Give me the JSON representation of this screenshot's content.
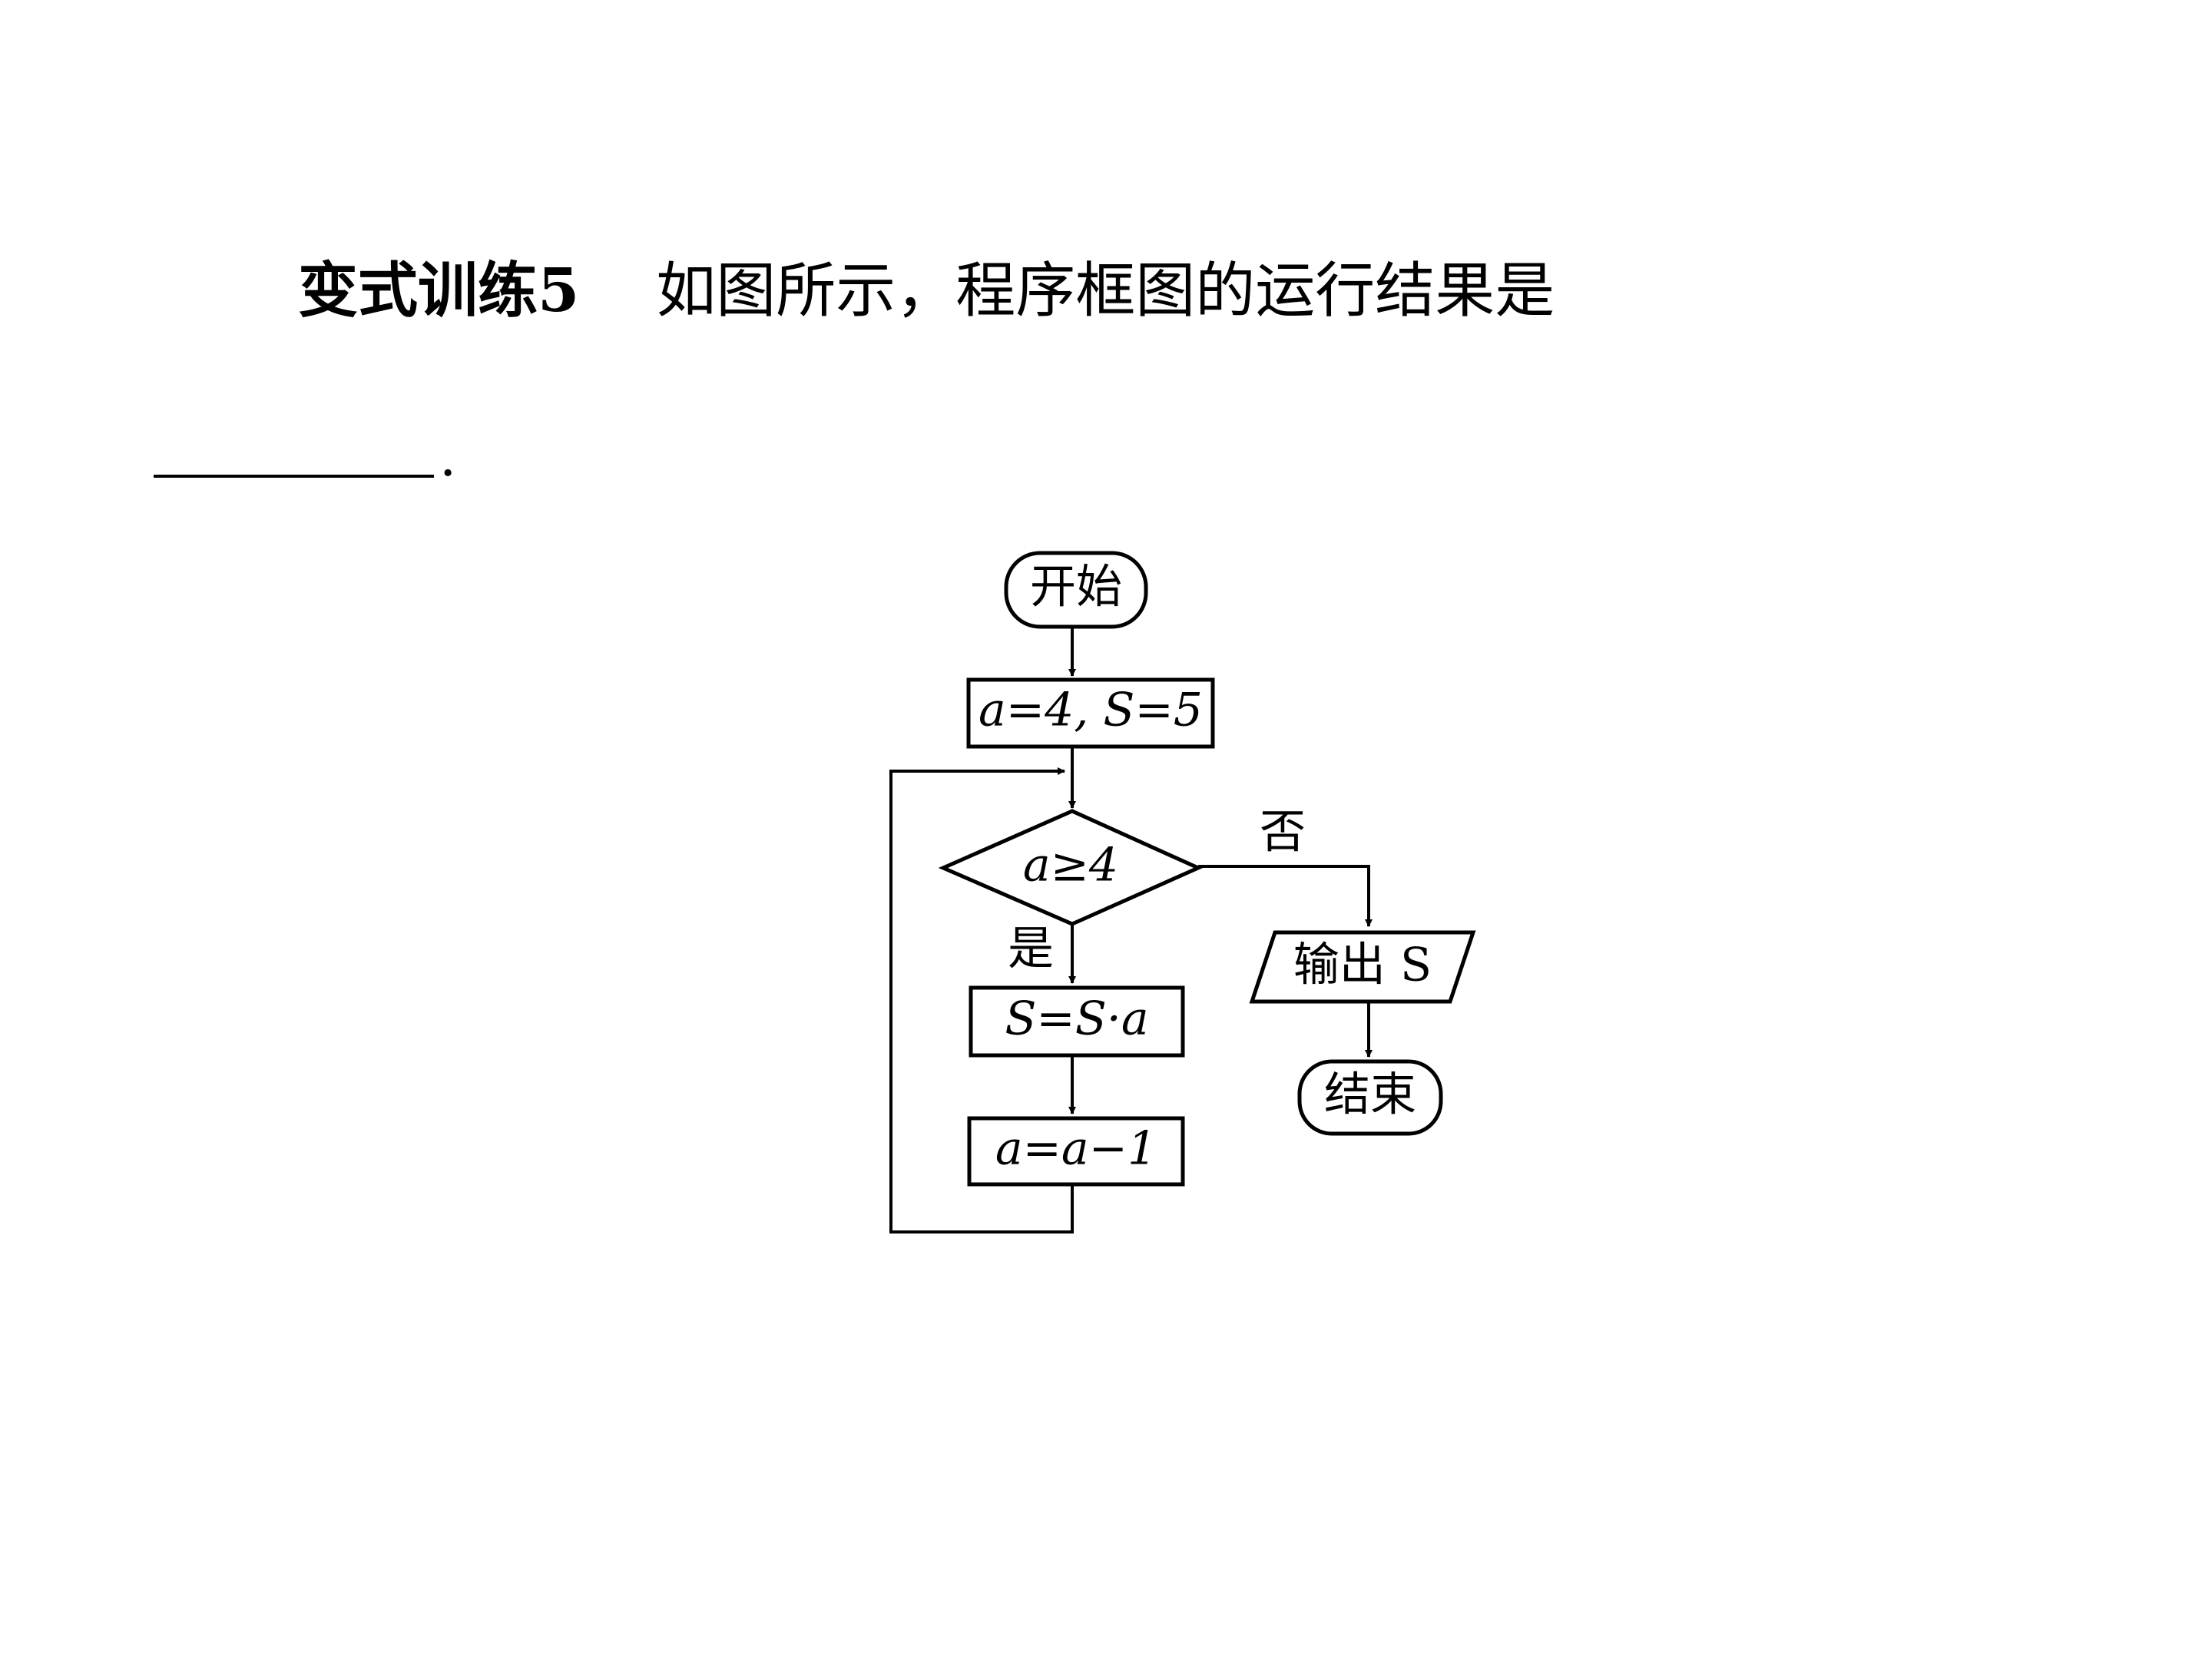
{
  "question": {
    "label": "变式训练5",
    "text": "如图所示，程序框图的运行结果是",
    "period": "."
  },
  "flowchart": {
    "start": "开始",
    "init": "a=4, S=5",
    "condition": "a≥4",
    "yes_label": "是",
    "no_label": "否",
    "process_multiply": "S=S·a",
    "process_decrement": "a=a−1",
    "output": "输出 S",
    "end": "结束"
  }
}
